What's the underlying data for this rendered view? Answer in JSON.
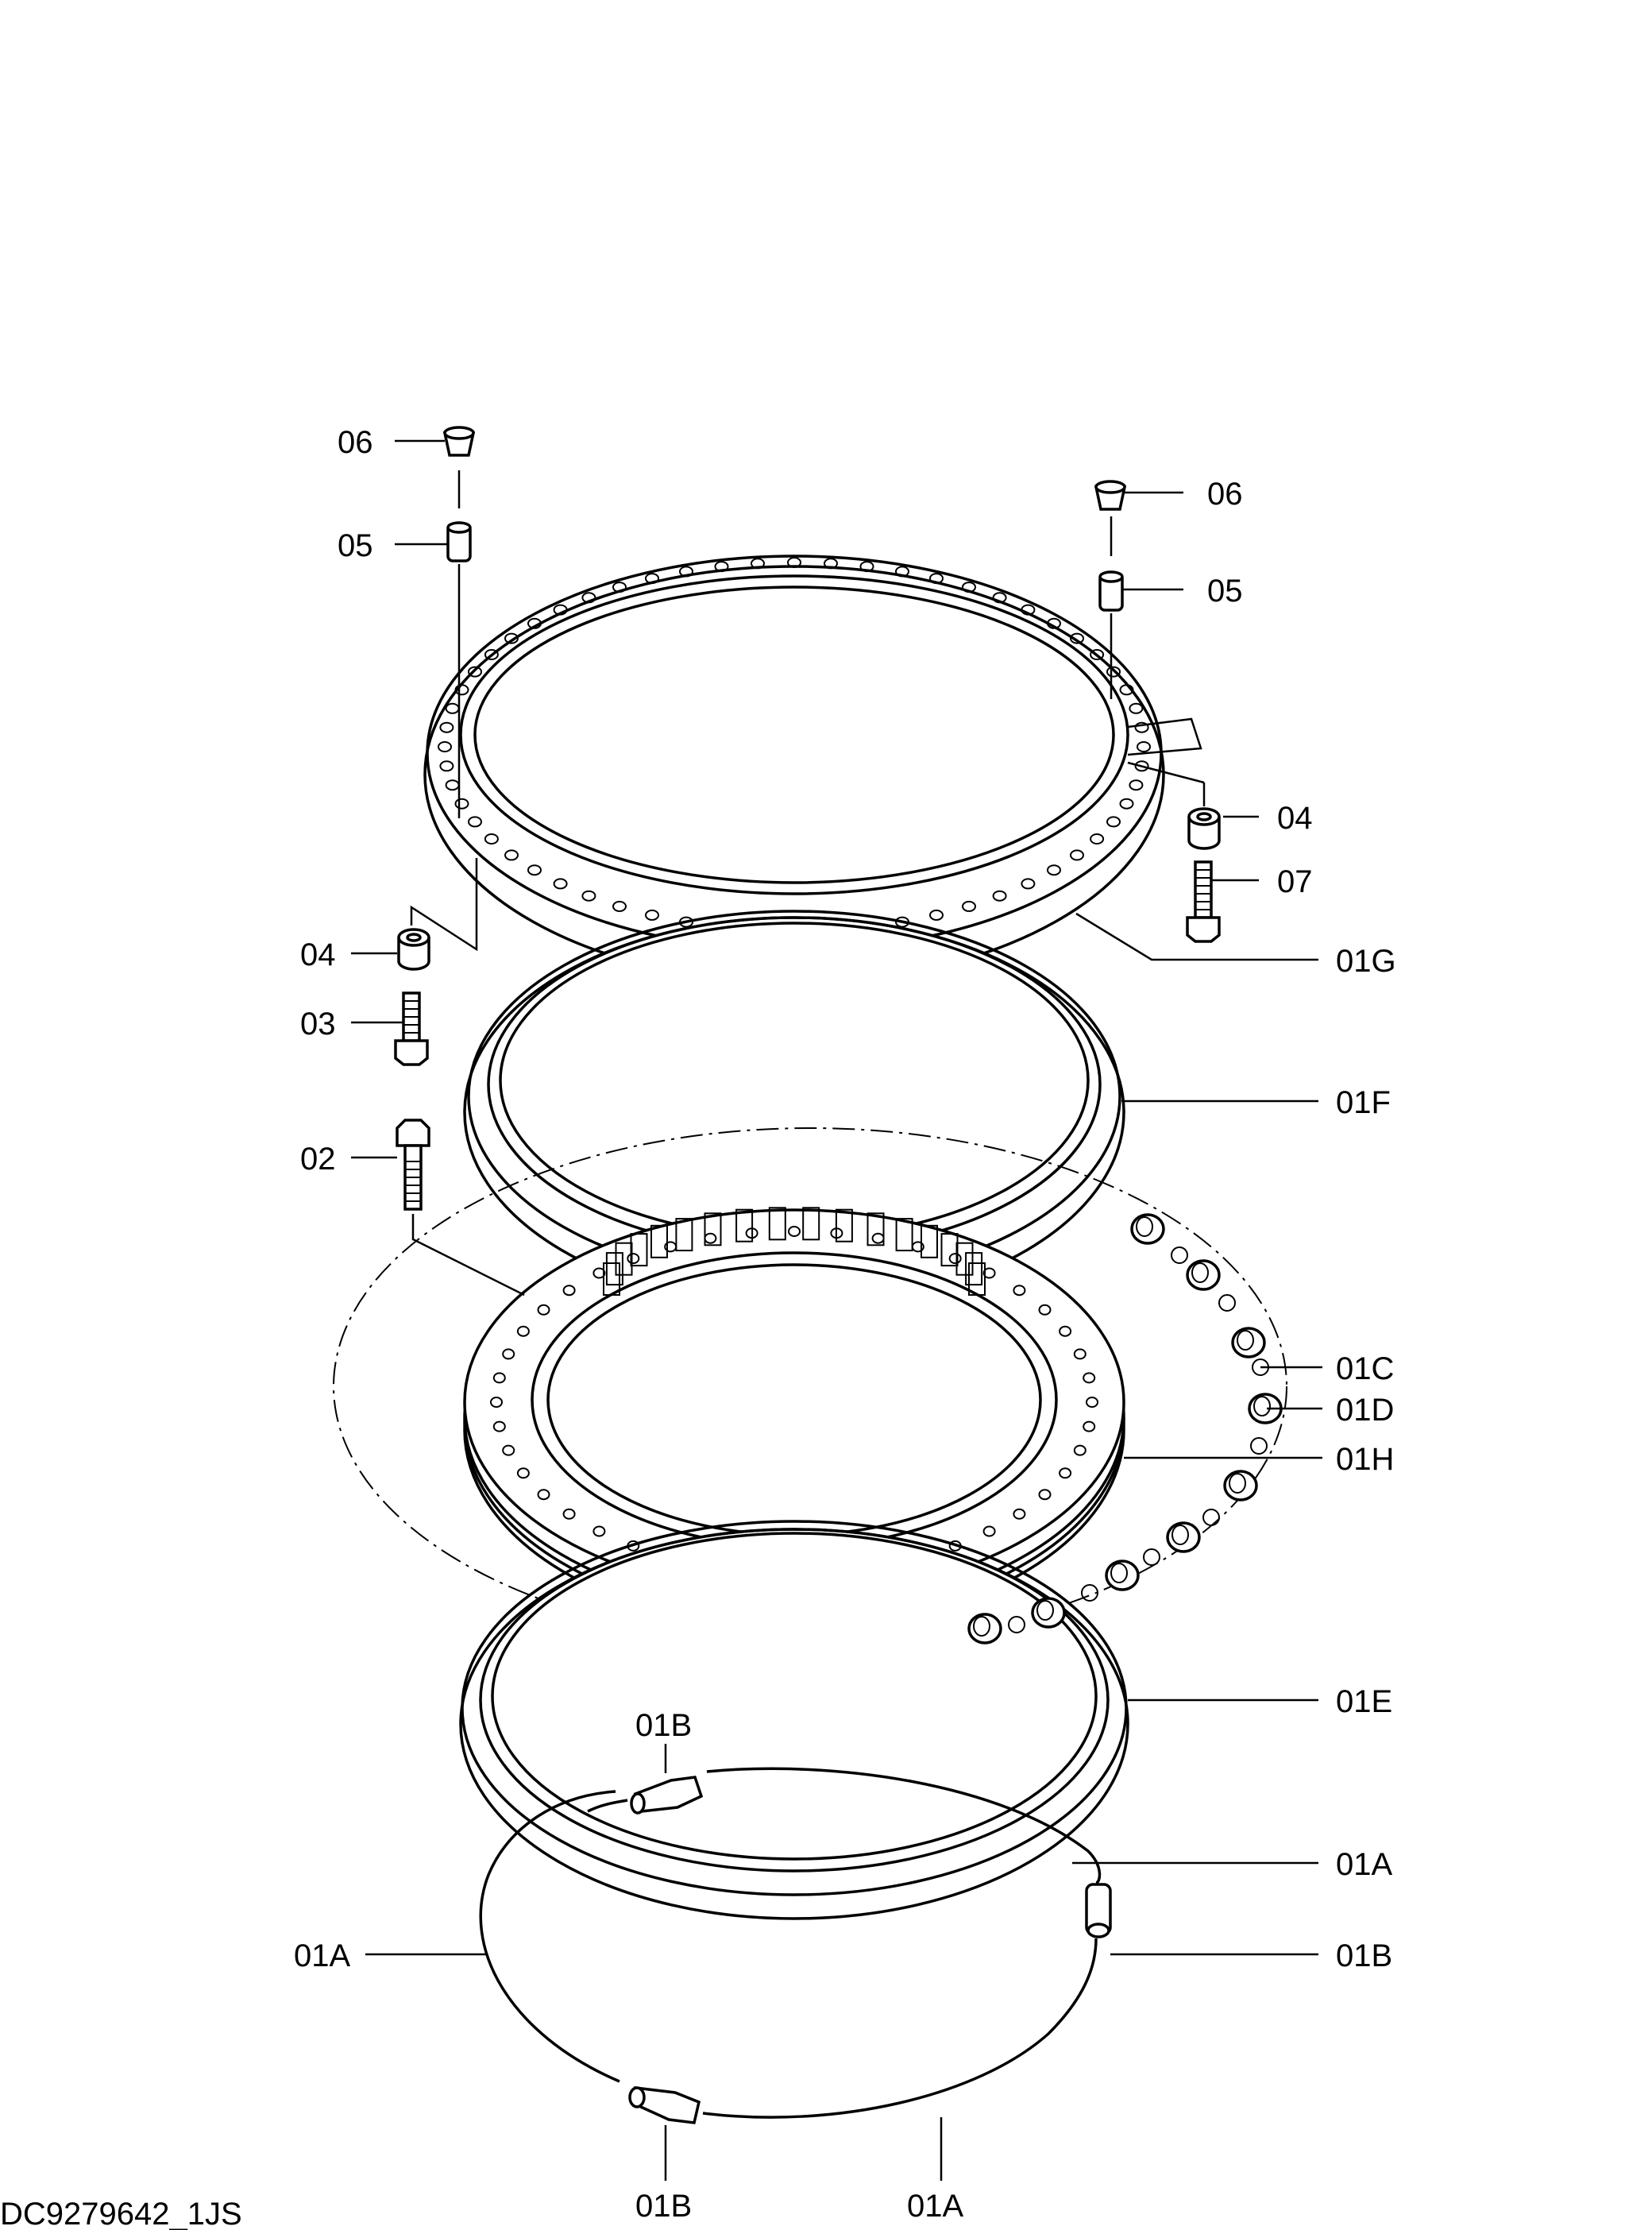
{
  "drawing_id": "DC9279642_1JS",
  "labels": {
    "l06a": "06",
    "l05a": "05",
    "l06b": "06",
    "l05b": "05",
    "l04a": "04",
    "l07": "07",
    "l01G": "01G",
    "l04b": "04",
    "l03": "03",
    "l01F": "01F",
    "l02": "02",
    "l01C": "01C",
    "l01D": "01D",
    "l01H": "01H",
    "l01E": "01E",
    "l01Bt": "01B",
    "l01Ar": "01A",
    "l01Al": "01A",
    "l01Br": "01B",
    "l01Bb": "01B",
    "l01Ab": "01A"
  }
}
